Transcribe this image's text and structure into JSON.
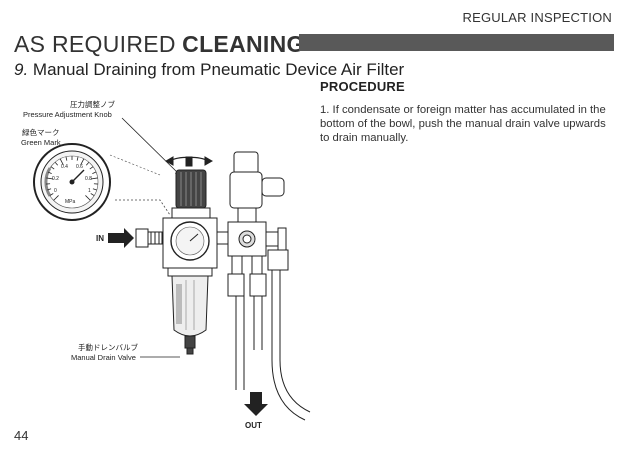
{
  "header": {
    "section_label": "REGULAR INSPECTION",
    "title_light": "AS REQUIRED",
    "title_bold": "CLEANING",
    "subtitle_number": "9.",
    "subtitle_text": " Manual Draining from Pneumatic Device Air Filter"
  },
  "procedure": {
    "heading": "PROCEDURE",
    "step1": "1. If condensate or foreign matter has accumulated in the bottom of the bowl, push the manual drain valve upwards to drain manually."
  },
  "diagram": {
    "label_knob_jp": "圧力調整ノブ",
    "label_knob_en": "Pressure Adjustment Knob",
    "label_green_jp": "緑色マーク",
    "label_green_en": "Green Mark",
    "label_drain_jp": "手動ドレンバルブ",
    "label_drain_en": "Manual Drain Valve",
    "label_in": "IN",
    "label_out": "OUT",
    "gauge_unit": "MPa",
    "gauge_ticks": [
      "0",
      "0.2",
      "0.4",
      "0.6",
      "0.8",
      "1"
    ]
  },
  "footer": {
    "page_number": "44"
  }
}
